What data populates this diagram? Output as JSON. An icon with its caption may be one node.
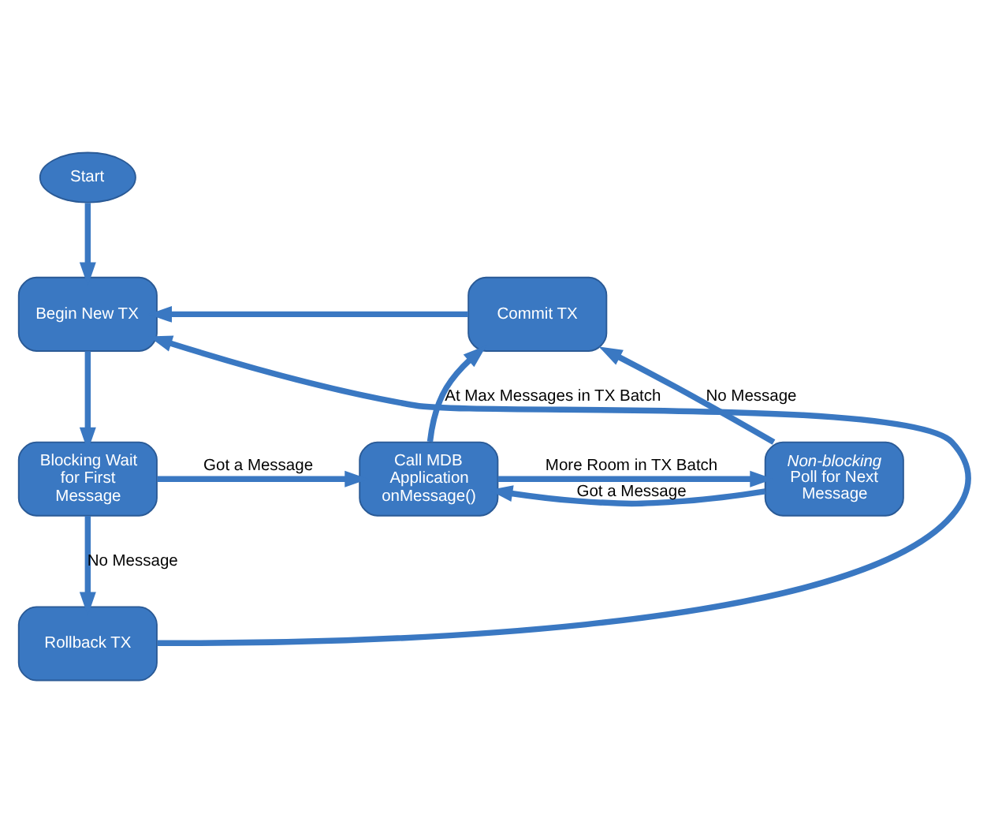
{
  "diagram": {
    "nodes": [
      {
        "text": [
          "Start"
        ]
      },
      {
        "text": [
          "Begin New TX"
        ]
      },
      {
        "text": [
          "Commit TX"
        ]
      },
      {
        "text": [
          "Blocking Wait for First Message"
        ]
      },
      {
        "text": [
          "Call MDB Application onMessage()"
        ]
      },
      {
        "text": [
          "*Non-blocking* Poll for Next Message"
        ]
      },
      {
        "text": [
          "Rollback TX"
        ]
      }
    ],
    "edges": [
      {
        "from": 0,
        "to": 1,
        "arrow": "to"
      },
      {
        "from": 2,
        "to": 1,
        "arrow": "to"
      },
      {
        "from": 1,
        "to": 3,
        "arrow": "to"
      },
      {
        "from": 3,
        "to": 4,
        "arrow": "to",
        "label": "Got a Message"
      },
      {
        "from": 4,
        "to": 2,
        "arrow": "to",
        "label": "At Max Messages in TX Batch"
      },
      {
        "from": 4,
        "to": 5,
        "arrow": "to",
        "label": "More Room in TX Batch"
      },
      {
        "from": 5,
        "to": 2,
        "arrow": "to",
        "label": "No Message"
      },
      {
        "from": 5,
        "to": 4,
        "arrow": "to",
        "label": "Got a Message"
      },
      {
        "from": 3,
        "to": 6,
        "arrow": "to",
        "label": "No Message"
      },
      {
        "from": 6,
        "to": 1,
        "arrow": "to"
      }
    ]
  }
}
